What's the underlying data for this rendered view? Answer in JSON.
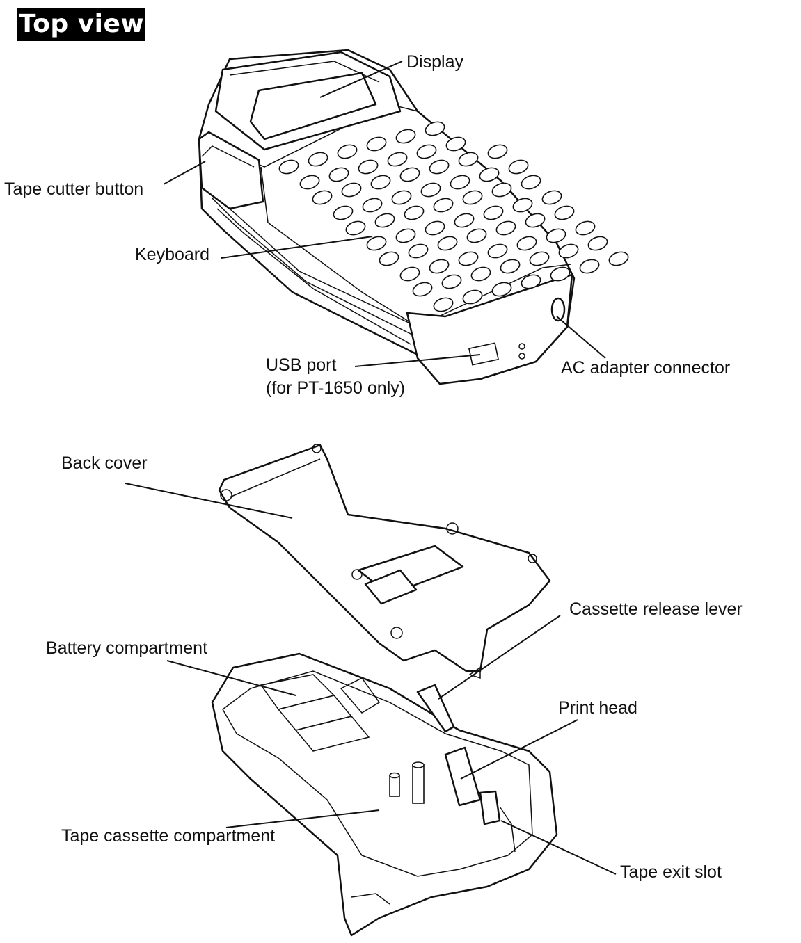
{
  "heading": "Top view",
  "labels": {
    "display": "Display",
    "tape_cutter_button": "Tape cutter button",
    "keyboard": "Keyboard",
    "usb_port_line1": "USB port",
    "usb_port_line2": "(for PT-1650 only)",
    "ac_adapter_connector": "AC adapter connector",
    "back_cover": "Back cover",
    "cassette_release_lever": "Cassette release lever",
    "battery_compartment": "Battery compartment",
    "print_head": "Print head",
    "tape_cassette_compartment": "Tape cassette compartment",
    "tape_exit_slot": "Tape exit slot"
  }
}
